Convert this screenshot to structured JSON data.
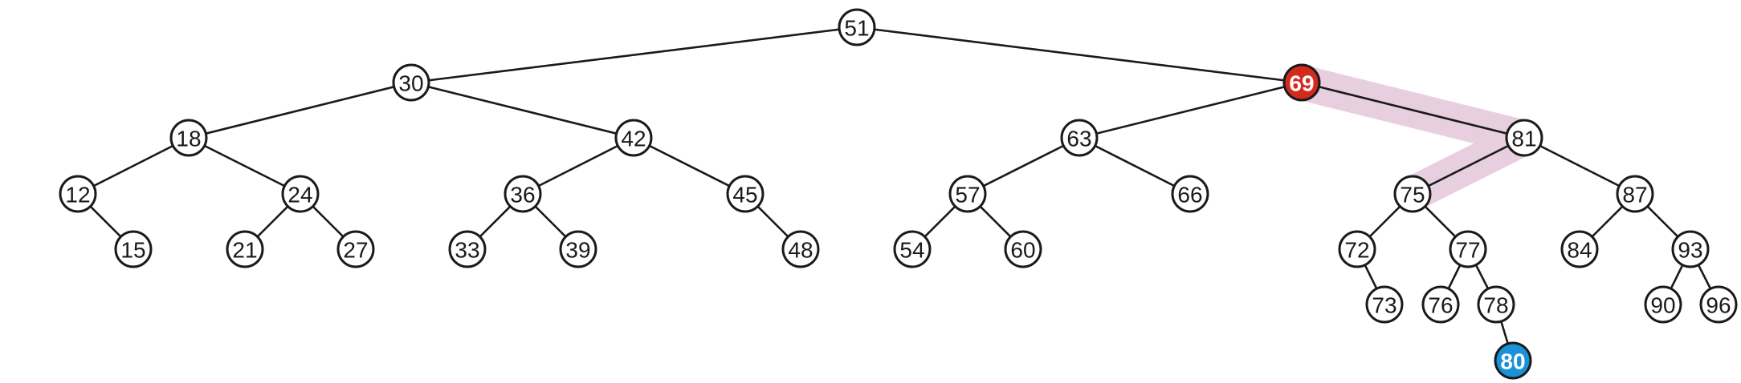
{
  "colors": {
    "node_fill": "#ffffff",
    "node_stroke": "#1a1a1a",
    "red": "#d42a1e",
    "blue": "#1a92d8",
    "highlight": "#e8cfe0"
  },
  "tree": {
    "nodes": [
      {
        "id": "n51",
        "label": "51"
      },
      {
        "id": "n30",
        "label": "30"
      },
      {
        "id": "n69",
        "label": "69",
        "style": "red"
      },
      {
        "id": "n18",
        "label": "18"
      },
      {
        "id": "n42",
        "label": "42"
      },
      {
        "id": "n63",
        "label": "63"
      },
      {
        "id": "n81",
        "label": "81"
      },
      {
        "id": "n12",
        "label": "12"
      },
      {
        "id": "n24",
        "label": "24"
      },
      {
        "id": "n36",
        "label": "36"
      },
      {
        "id": "n45",
        "label": "45"
      },
      {
        "id": "n57",
        "label": "57"
      },
      {
        "id": "n66",
        "label": "66"
      },
      {
        "id": "n75",
        "label": "75"
      },
      {
        "id": "n87",
        "label": "87"
      },
      {
        "id": "n15",
        "label": "15"
      },
      {
        "id": "n21",
        "label": "21"
      },
      {
        "id": "n27",
        "label": "27"
      },
      {
        "id": "n33",
        "label": "33"
      },
      {
        "id": "n39",
        "label": "39"
      },
      {
        "id": "n48",
        "label": "48"
      },
      {
        "id": "n54",
        "label": "54"
      },
      {
        "id": "n60",
        "label": "60"
      },
      {
        "id": "n72",
        "label": "72"
      },
      {
        "id": "n77",
        "label": "77"
      },
      {
        "id": "n84",
        "label": "84"
      },
      {
        "id": "n93",
        "label": "93"
      },
      {
        "id": "n73",
        "label": "73"
      },
      {
        "id": "n76",
        "label": "76"
      },
      {
        "id": "n78",
        "label": "78"
      },
      {
        "id": "n90",
        "label": "90"
      },
      {
        "id": "n96",
        "label": "96"
      },
      {
        "id": "n80",
        "label": "80",
        "style": "blue"
      }
    ],
    "edges": [
      [
        "n51",
        "n30"
      ],
      [
        "n51",
        "n69"
      ],
      [
        "n30",
        "n18"
      ],
      [
        "n30",
        "n42"
      ],
      [
        "n69",
        "n63"
      ],
      [
        "n69",
        "n81"
      ],
      [
        "n18",
        "n12"
      ],
      [
        "n18",
        "n24"
      ],
      [
        "n42",
        "n36"
      ],
      [
        "n42",
        "n45"
      ],
      [
        "n63",
        "n57"
      ],
      [
        "n63",
        "n66"
      ],
      [
        "n81",
        "n75"
      ],
      [
        "n81",
        "n87"
      ],
      [
        "n12",
        "n15"
      ],
      [
        "n24",
        "n21"
      ],
      [
        "n24",
        "n27"
      ],
      [
        "n36",
        "n33"
      ],
      [
        "n36",
        "n39"
      ],
      [
        "n45",
        "n48"
      ],
      [
        "n57",
        "n54"
      ],
      [
        "n57",
        "n60"
      ],
      [
        "n75",
        "n72"
      ],
      [
        "n75",
        "n77"
      ],
      [
        "n87",
        "n84"
      ],
      [
        "n87",
        "n93"
      ],
      [
        "n72",
        "n73"
      ],
      [
        "n77",
        "n76"
      ],
      [
        "n77",
        "n78"
      ],
      [
        "n93",
        "n90"
      ],
      [
        "n93",
        "n96"
      ],
      [
        "n78",
        "n80"
      ]
    ],
    "highlight_path": [
      "n69",
      "n81",
      "n75"
    ]
  }
}
